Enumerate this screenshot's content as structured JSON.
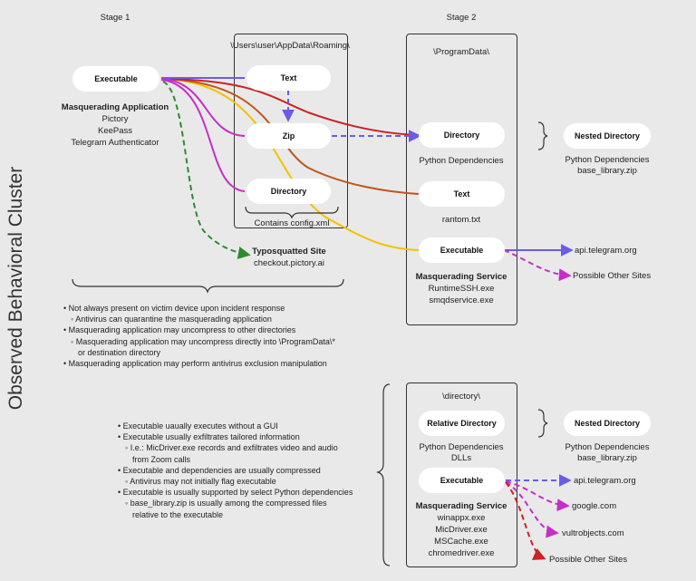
{
  "side_title": "Observed Behavioral Cluster",
  "headers": {
    "stage1": "Stage 1",
    "stage2": "Stage 2"
  },
  "paths": {
    "roaming": "\\Users\\user\\AppData\\Roaming\\",
    "programdata": "\\ProgramData\\",
    "directory": "\\directory\\"
  },
  "nodes": {
    "executable": "Executable",
    "text": "Text",
    "zip": "Zip",
    "roaming_directory": "Directory",
    "pd_directory": "Directory",
    "nested_directory_1": "Nested Directory",
    "pd_text": "Text",
    "pd_executable": "Executable",
    "relative_directory": "Relative Directory",
    "nested_directory_2": "Nested Directory",
    "dir_executable": "Executable"
  },
  "labels": {
    "masq_app_title": "Masquerading Application",
    "masq_app_items": [
      "Pictory",
      "KeePass",
      "Telegram Authenticator"
    ],
    "contains_config": "Contains config.xml",
    "typo_title": "Typosquatted Site",
    "typo_url": "checkout.pictory.ai",
    "python_deps_1": "Python Dependencies",
    "nested_1_items": [
      "Python Dependencies",
      "base_library.zip"
    ],
    "rantom": "rantom.txt",
    "masq_service_1_title": "Masquerading Service",
    "masq_service_1_items": [
      "RuntimeSSH.exe",
      "smqdservice.exe"
    ],
    "rel_dir_items": [
      "Python Dependencies",
      "DLLs"
    ],
    "nested_2_items": [
      "Python Dependencies",
      "base_library.zip"
    ],
    "masq_service_2_title": "Masquerading Service",
    "masq_service_2_items": [
      "winappx.exe",
      "MicDriver.exe",
      "MSCache.exe",
      "chromedriver.exe"
    ]
  },
  "destinations": {
    "top": [
      "api.telegram.org",
      "Possible Other Sites"
    ],
    "bottom": [
      "api.telegram.org",
      "google.com",
      "vultrobjects.com",
      "Possible Other Sites"
    ]
  },
  "notes_top": [
    {
      "text": "• Not always present on victim device upon incident response",
      "level": 0
    },
    {
      "text": "◦ Antivirus can quarantine the masquerading application",
      "level": 1
    },
    {
      "text": "• Masquerading application may uncompress to other directories",
      "level": 0
    },
    {
      "text": "◦ Masquerading application may uncompress directly into \\ProgramData\\*",
      "level": 1
    },
    {
      "text": "or destination directory",
      "level": 2
    },
    {
      "text": "• Masquerading application may perform antivirus exclusion manipulation",
      "level": 0
    }
  ],
  "notes_bottom": [
    {
      "text": "• Executable uaually executes without a GUI",
      "level": 0
    },
    {
      "text": "• Executable usually exfiltrates tailored information",
      "level": 0
    },
    {
      "text": "◦ I.e.: MicDriver.exe records and exfiltrates video and audio",
      "level": 1
    },
    {
      "text": "from Zoom calls",
      "level": 2
    },
    {
      "text": "• Executable and dependencies are usually compressed",
      "level": 0
    },
    {
      "text": "◦ Antivirus may not initially flag executable",
      "level": 1
    },
    {
      "text": "• Executable is usually supported by select Python dependencies",
      "level": 0
    },
    {
      "text": "◦ base_library.zip is usually among the compressed files",
      "level": 1
    },
    {
      "text": "relative to the executable",
      "level": 2
    }
  ],
  "colors": {
    "purple": "#6b5ce7",
    "magenta": "#c62fc6",
    "red": "#cc2222",
    "orange": "#c0571a",
    "yellow": "#f2c200",
    "green": "#2e8b2e"
  }
}
